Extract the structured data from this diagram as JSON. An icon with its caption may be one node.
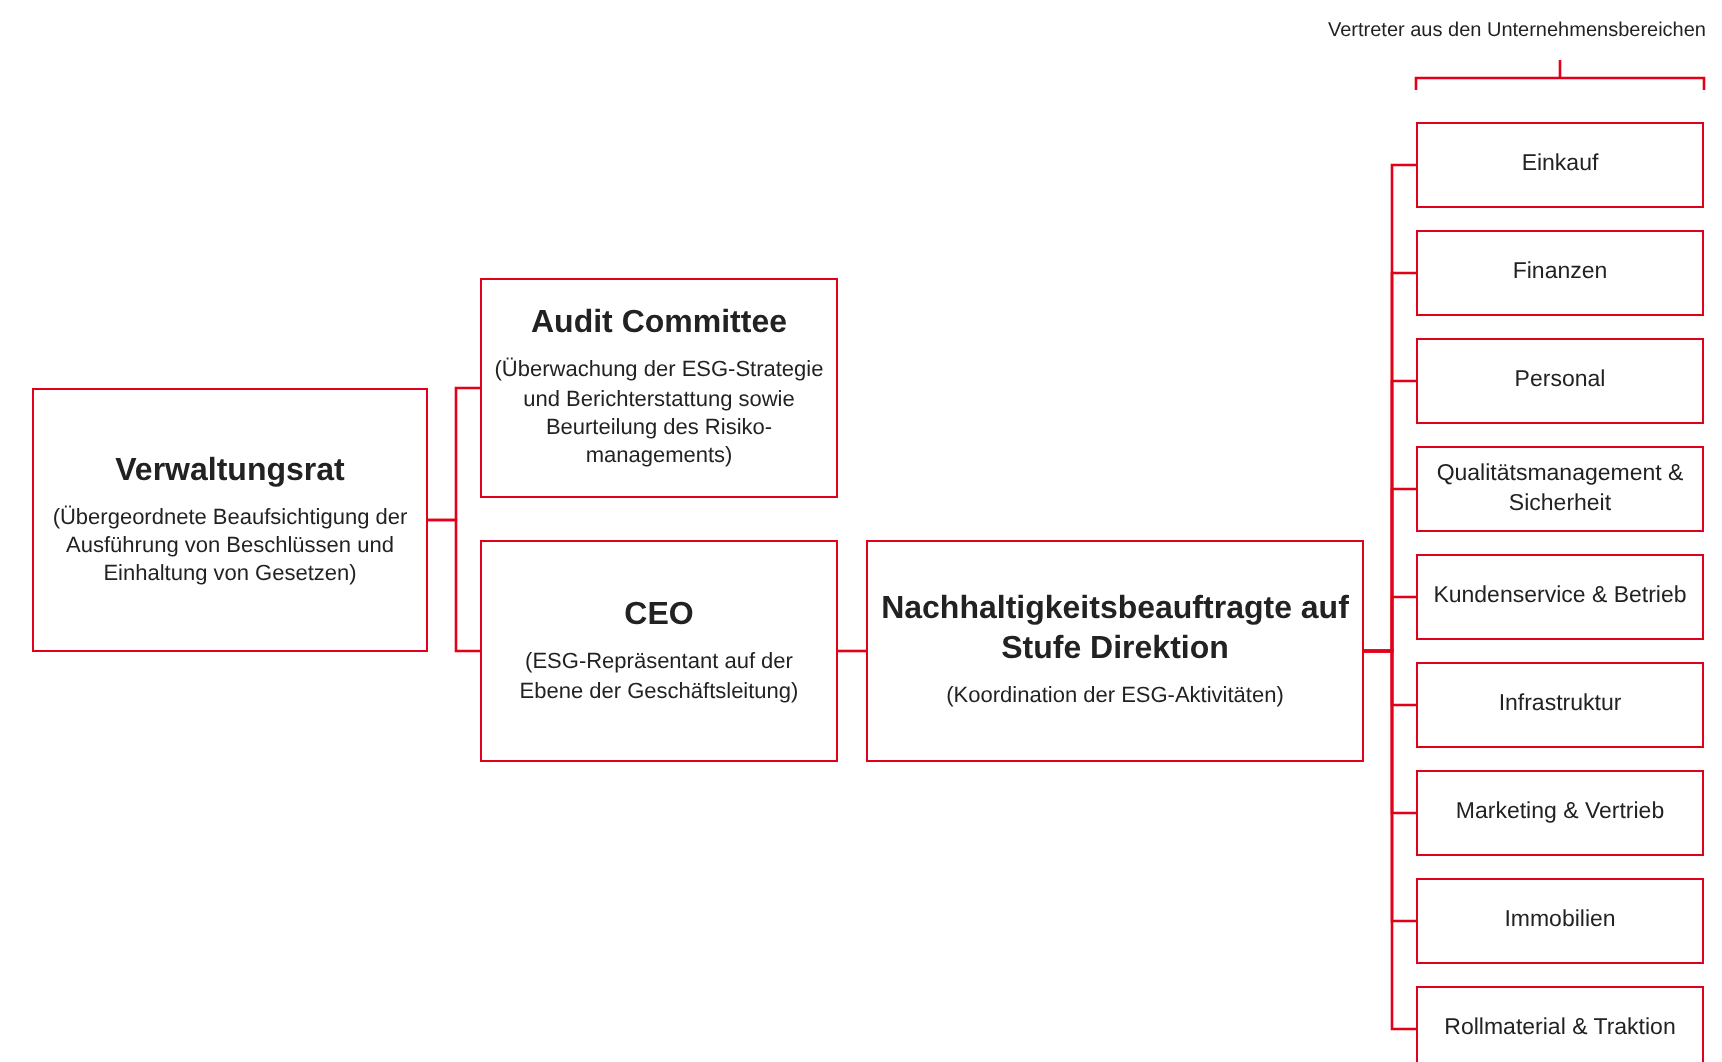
{
  "diagram": {
    "nodes": [
      {
        "text": [
          "Verwaltungsrat",
          "(Übergeordnete Beaufsichtigung der Ausführung von Beschlüssen und Einhaltung von Gesetzen)"
        ]
      },
      {
        "text": [
          "Audit Committee",
          "(Überwachung der ESG-Strategie und Berichterstattung sowie Beurteilung des Risiko-managements)"
        ]
      },
      {
        "text": [
          "CEO",
          "(ESG-Repräsentant auf der Ebene der Geschäftsleitung)"
        ]
      },
      {
        "text": [
          "Nachhaltigkeitsbeauftragte auf Stufe Direktion",
          "(Koordination der ESG-Aktivitäten)"
        ]
      },
      {
        "text": [
          "Einkauf"
        ]
      },
      {
        "text": [
          "Finanzen"
        ]
      },
      {
        "text": [
          "Personal"
        ]
      },
      {
        "text": [
          "Qualitätsmanagement & Sicherheit"
        ]
      },
      {
        "text": [
          "Kundenservice & Betrieb"
        ]
      },
      {
        "text": [
          "Infrastruktur"
        ]
      },
      {
        "text": [
          "Marketing & Vertrieb"
        ]
      },
      {
        "text": [
          "Immobilien"
        ]
      },
      {
        "text": [
          "Rollmaterial & Traktion"
        ]
      }
    ],
    "edges": [
      {
        "from": 0,
        "to": 1,
        "arrow": "none"
      },
      {
        "from": 0,
        "to": 2,
        "arrow": "none"
      },
      {
        "from": 2,
        "to": 3,
        "arrow": "none"
      },
      {
        "from": 3,
        "to": 4,
        "arrow": "none"
      },
      {
        "from": 3,
        "to": 5,
        "arrow": "none"
      },
      {
        "from": 3,
        "to": 6,
        "arrow": "none"
      },
      {
        "from": 3,
        "to": 7,
        "arrow": "none"
      },
      {
        "from": 3,
        "to": 8,
        "arrow": "none"
      },
      {
        "from": 3,
        "to": 9,
        "arrow": "none"
      },
      {
        "from": 3,
        "to": 10,
        "arrow": "none"
      },
      {
        "from": 3,
        "to": 11,
        "arrow": "none"
      },
      {
        "from": 3,
        "to": 12,
        "arrow": "none"
      }
    ],
    "labels": [
      "Vertreter aus den Unternehmensbereichen"
    ]
  }
}
